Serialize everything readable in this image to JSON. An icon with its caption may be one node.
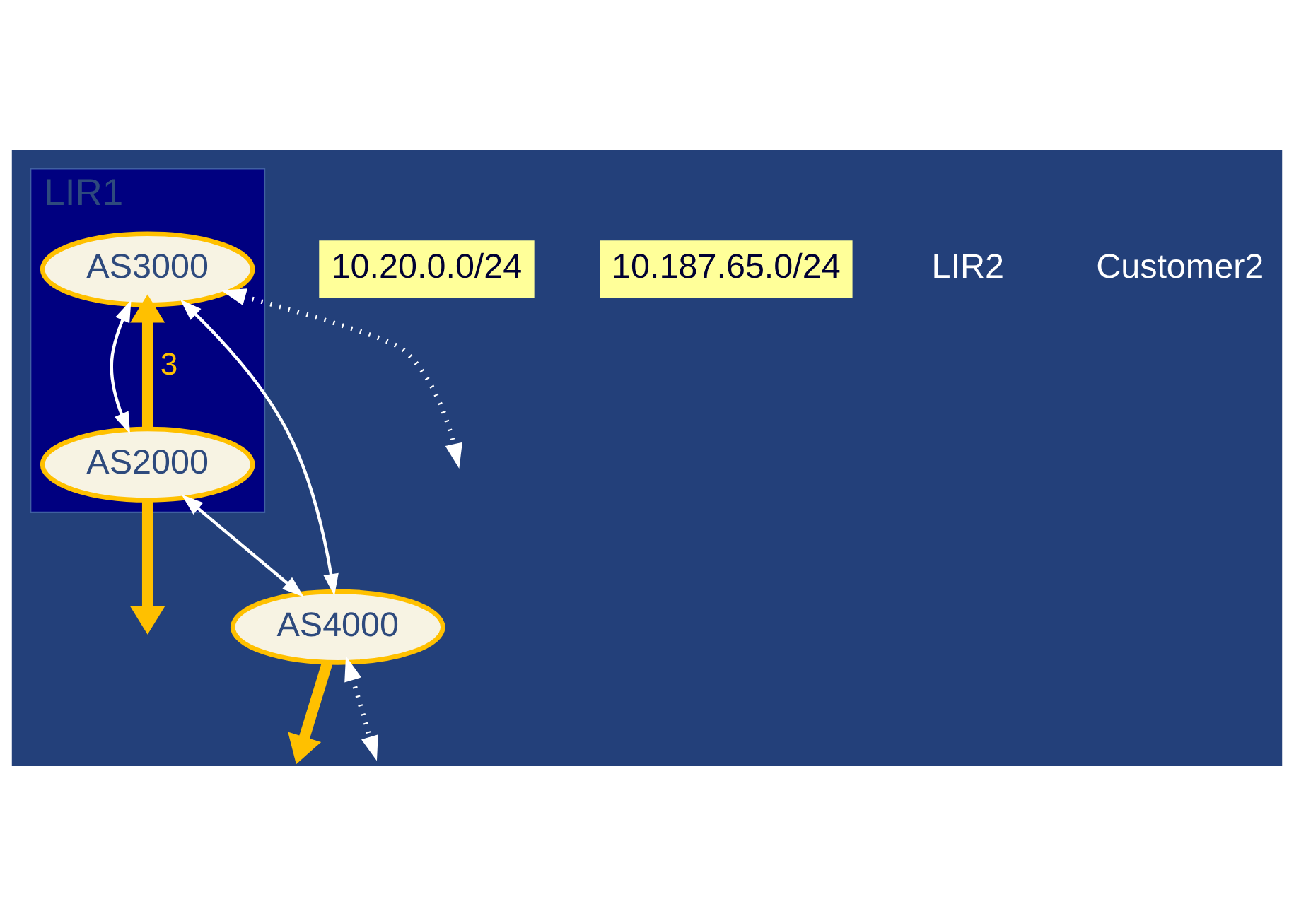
{
  "diagram": {
    "nodes": [
      {
        "text": [
          "LIR1"
        ]
      },
      {
        "text": [
          "AS3000"
        ],
        "in": 0
      },
      {
        "text": [
          "AS2000"
        ],
        "in": 0
      },
      {
        "text": [
          "AS4000"
        ]
      },
      {
        "text": [
          "10.20.0.0/24"
        ]
      },
      {
        "text": [
          "10.187.65.0/24"
        ]
      }
    ],
    "edges": [
      {
        "from": 1,
        "to": 3,
        "arrow": "both"
      },
      {
        "from": 1,
        "to": 2,
        "arrow": "both"
      },
      {
        "from": 2,
        "to": 3,
        "arrow": "both"
      },
      {
        "from": 2,
        "to": 1,
        "arrow": "to",
        "label": "3",
        "style": "thick",
        "color": "#ffc000"
      },
      {
        "from": 3,
        "to": null,
        "arrow": "to",
        "style": "thick",
        "color": "#ffc000"
      },
      {
        "from": 2,
        "to": null,
        "arrow": "to",
        "style": "thick",
        "color": "#ffc000"
      },
      {
        "from": 1,
        "to": null,
        "arrow": "both",
        "style": "dashed"
      },
      {
        "from": 3,
        "to": null,
        "arrow": "both",
        "style": "dashed"
      }
    ],
    "labels": [
      "LIR2",
      "Customer2"
    ]
  }
}
